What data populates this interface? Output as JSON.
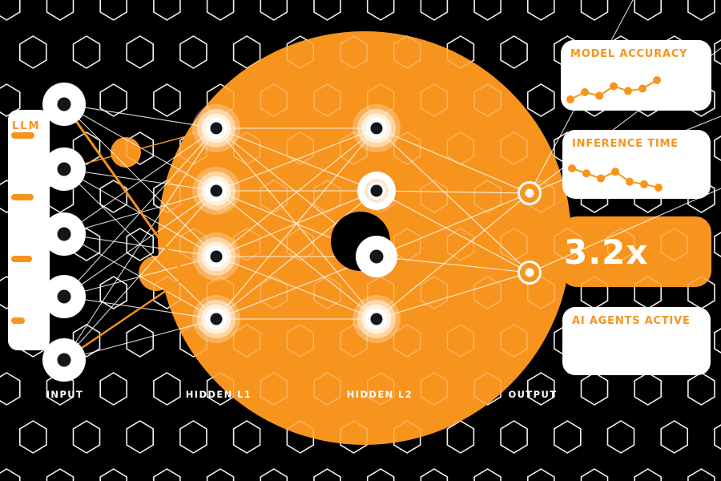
{
  "colors": {
    "background": "#000000",
    "orange": "#F7941E",
    "node_core_dark": "#15151C",
    "white": "#FFFFFF"
  },
  "llm_panel": {
    "title": "LLM",
    "gauge_bar_widths": [
      29,
      28,
      26,
      17
    ]
  },
  "network": {
    "layer_labels": [
      "INPUT",
      "HIDDEN L1",
      "HIDDEN L2",
      "OUTPUT"
    ],
    "layer_node_counts": [
      5,
      4,
      4,
      2
    ]
  },
  "cards": {
    "model_accuracy": {
      "title": "MODEL ACCURACY",
      "sparkline": [
        62,
        68,
        65,
        73,
        69,
        71,
        78
      ]
    },
    "inference_time": {
      "title": "INFERENCE TIME",
      "sparkline": [
        80,
        74,
        68,
        76,
        64,
        61,
        57
      ]
    },
    "speedup": {
      "value": "3.2x"
    },
    "agents": {
      "title": "AI AGENTS ACTIVE"
    }
  }
}
